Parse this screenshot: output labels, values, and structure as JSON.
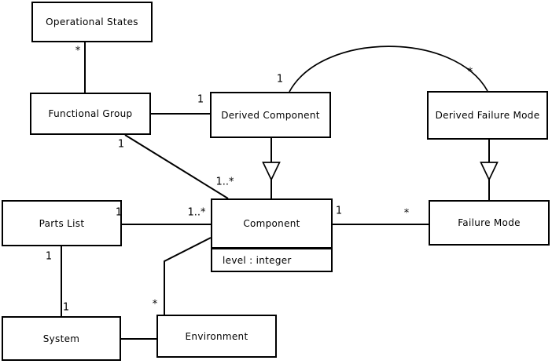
{
  "diagram": {
    "kind": "uml-class-diagram",
    "classes": {
      "operational_states": {
        "label": "Operational States"
      },
      "functional_group": {
        "label": "Functional Group"
      },
      "derived_component": {
        "label": "Derived Component"
      },
      "derived_failure_mode": {
        "label": "Derived Failure Mode"
      },
      "parts_list": {
        "label": "Parts List"
      },
      "component": {
        "label": "Component",
        "attribute": "level : integer"
      },
      "failure_mode": {
        "label": "Failure Mode"
      },
      "system": {
        "label": "System"
      },
      "environment": {
        "label": "Environment"
      }
    },
    "multiplicities": {
      "os_fg_at_os": "*",
      "fg_dc_at_dc": "1",
      "dc_dfm_at_dc": "1",
      "dc_dfm_at_dfm": "*",
      "fg_comp_at_fg": "1",
      "fg_comp_at_comp": "1..*",
      "pl_comp_at_pl": "1",
      "pl_comp_at_comp": "1..*",
      "comp_fm_at_comp": "1",
      "comp_fm_at_fm": "*",
      "pl_sys_at_pl": "1",
      "pl_sys_at_sys": "1",
      "env_comp_at_env": "*"
    },
    "relationships": [
      {
        "between": [
          "Operational States",
          "Functional Group"
        ],
        "type": "association",
        "labels": [
          "*",
          ""
        ]
      },
      {
        "between": [
          "Functional Group",
          "Derived Component"
        ],
        "type": "association",
        "labels": [
          "",
          "1"
        ]
      },
      {
        "between": [
          "Derived Component",
          "Derived Failure Mode"
        ],
        "type": "association-arc",
        "labels": [
          "1",
          "*"
        ]
      },
      {
        "between": [
          "Derived Component",
          "Component"
        ],
        "type": "generalization",
        "labels": [
          "",
          ""
        ]
      },
      {
        "between": [
          "Derived Failure Mode",
          "Failure Mode"
        ],
        "type": "generalization",
        "labels": [
          "",
          ""
        ]
      },
      {
        "between": [
          "Functional Group",
          "Component"
        ],
        "type": "association",
        "labels": [
          "1",
          "1..*"
        ]
      },
      {
        "between": [
          "Parts List",
          "Component"
        ],
        "type": "association",
        "labels": [
          "1",
          "1..*"
        ]
      },
      {
        "between": [
          "Component",
          "Failure Mode"
        ],
        "type": "association",
        "labels": [
          "1",
          "*"
        ]
      },
      {
        "between": [
          "Parts List",
          "System"
        ],
        "type": "association",
        "labels": [
          "1",
          "1"
        ]
      },
      {
        "between": [
          "System",
          "Environment"
        ],
        "type": "association",
        "labels": [
          "",
          ""
        ]
      },
      {
        "between": [
          "Environment",
          "Component"
        ],
        "type": "association",
        "labels": [
          "*",
          ""
        ]
      }
    ],
    "colors": {
      "line": "#000000",
      "box_fill": "#ffffff",
      "background": "#ffffff"
    }
  }
}
